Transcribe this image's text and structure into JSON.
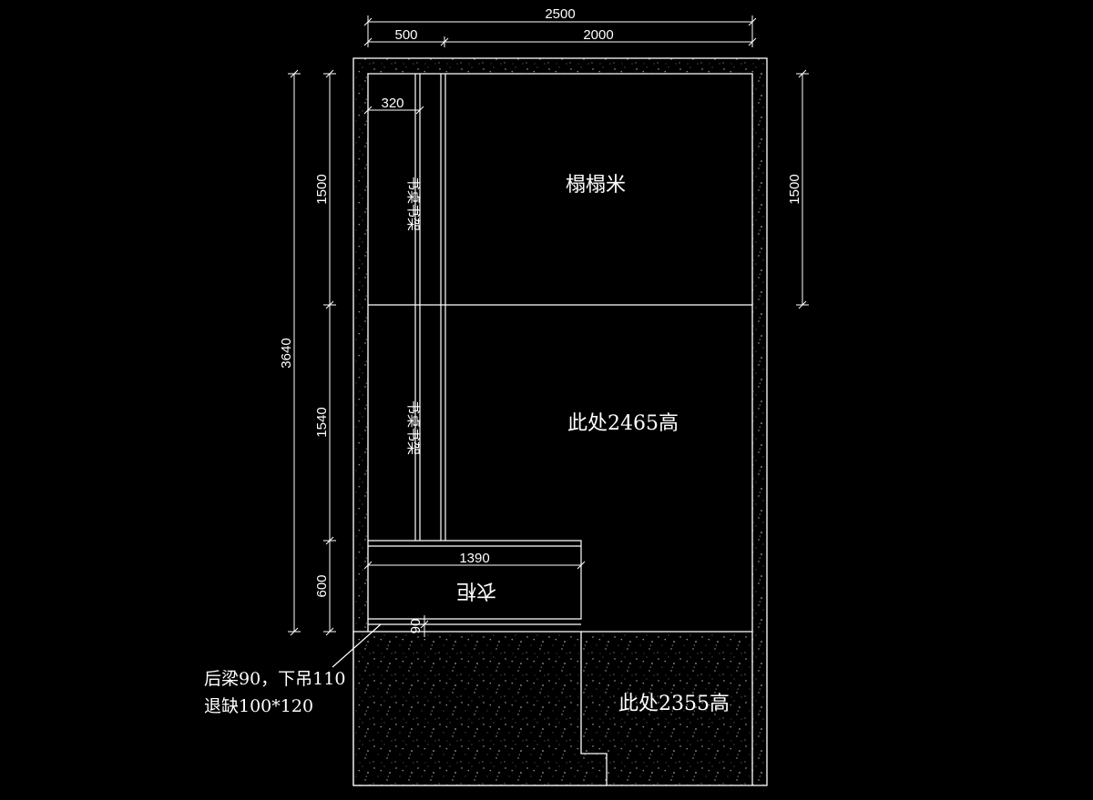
{
  "dimensions": {
    "top_total": "2500",
    "top_left": "500",
    "top_right": "2000",
    "desk_width": "320",
    "left_total": "3640",
    "left_seg1": "1500",
    "left_seg2": "1540",
    "left_seg3": "600",
    "right_seg": "1500",
    "wardrobe_width": "1390",
    "beam": "90"
  },
  "labels": {
    "tatami": "榻榻米",
    "desk_shelf_top": "书桌书架",
    "desk_shelf_bottom": "书桌书架",
    "wardrobe": "衣柜",
    "height_mid": "此处2465高",
    "height_low": "此处2355高"
  },
  "notes": {
    "beam_line1": "后梁90，下吊110",
    "beam_line2": "退缺100*120"
  },
  "colors": {
    "background": "#000000",
    "line": "#ffffff"
  }
}
